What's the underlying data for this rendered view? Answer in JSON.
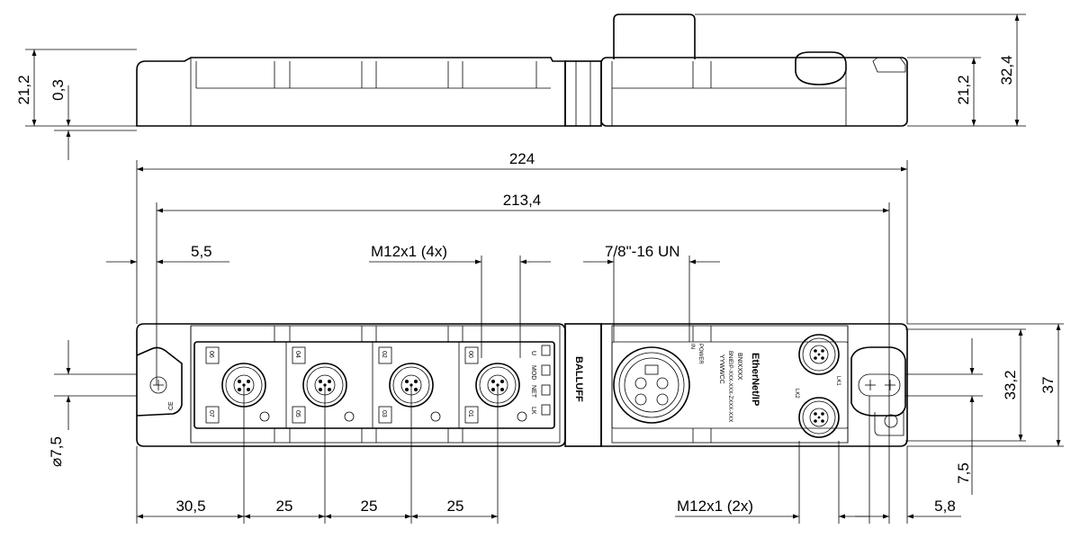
{
  "dimensions": {
    "side_left_height": "21,2",
    "side_left_gap": "0,3",
    "side_right_height": "21,2",
    "side_right_total": "32,4",
    "overall_length": "224",
    "hole_spacing": "213,4",
    "hole_offset": "5,5",
    "m12_ports": "M12x1  (4x)",
    "power_connector": "7/8\"-16 UN",
    "hole_diameter": "⌀7,5",
    "front_width_inner": "33,2",
    "front_width_total": "37",
    "bottom_offset_right": "7,5",
    "first_port_offset": "30,5",
    "port_pitch_1": "25",
    "port_pitch_2": "25",
    "port_pitch_3": "25",
    "m12_link_ports": "M12x1  (2x)",
    "right_offset": "5,8"
  },
  "device": {
    "brand": "BALLUFF",
    "model": "BNIXXXX",
    "order_code": "BNIEIP-XXX-XXX-ZXXX-XXX",
    "date_code": "YYWWCC",
    "power_label": "POWER",
    "network_brand": "EtherNet/IP",
    "port_labels": [
      "06",
      "07",
      "04",
      "05",
      "02",
      "03",
      "00",
      "01"
    ],
    "led_labels": [
      "U",
      "MOD",
      "NET",
      "LK"
    ],
    "link_labels": [
      "LK1",
      "LK2"
    ],
    "in_label": "IN",
    "ce_mark": "CE"
  }
}
